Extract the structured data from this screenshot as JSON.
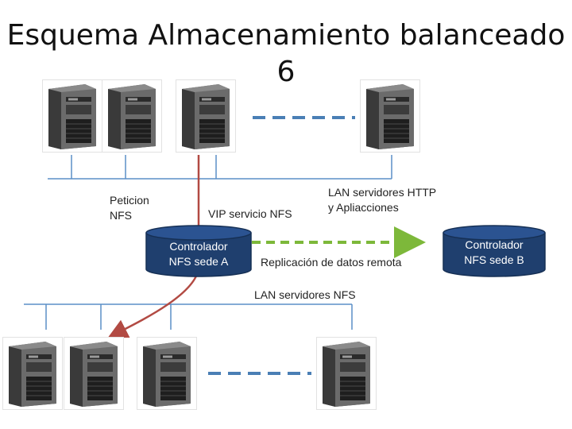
{
  "title": {
    "line1": "Esquema Almacenamiento balanceado",
    "line2": "6"
  },
  "labels": {
    "peticion_line1": "Peticion",
    "peticion_line2": "NFS",
    "vip": "VIP servicio NFS",
    "lan_http_line1": "LAN servidores HTTP",
    "lan_http_line2": "y Apliacciones",
    "replicacion": "Replicación de datos remota",
    "lan_nfs": "LAN servidores NFS"
  },
  "controllers": {
    "a_line1": "Controlador",
    "a_line2": "NFS sede A",
    "b_line1": "Controlador",
    "b_line2": "NFS sede B"
  },
  "colors": {
    "cylinder": "#1f3f6e",
    "lan_line": "#5b8fc7",
    "dashed_blue": "#4a7fb5",
    "replication_green": "#7db83a",
    "request_arrow": "#b24a43"
  }
}
